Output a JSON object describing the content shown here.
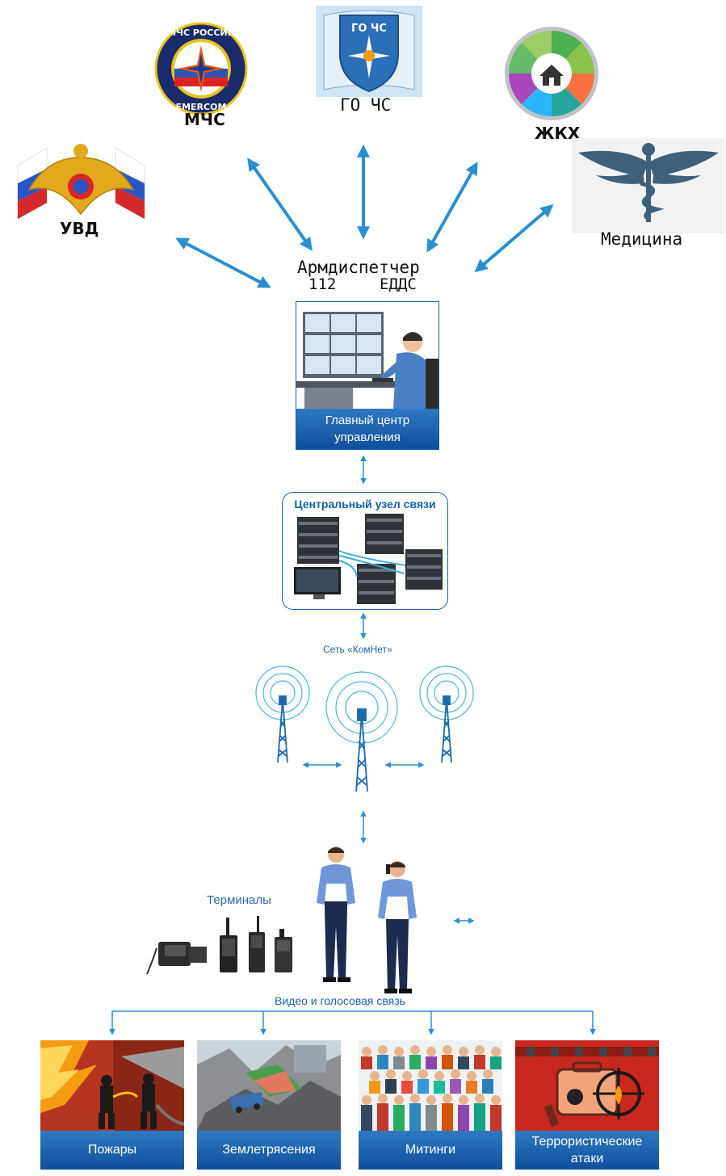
{
  "agencies": {
    "mchs": {
      "label": "МЧС",
      "logo_top": "МЧС РОССИИ",
      "logo_bottom": "EMERCOM"
    },
    "gochs": {
      "label": "ГО  ЧС",
      "logo_text": "ГО ЧС"
    },
    "zhkh": {
      "label": "ЖКХ"
    },
    "uvd": {
      "label": "УВД"
    },
    "medicine": {
      "label": "Медицина"
    }
  },
  "dispatcher": {
    "line1": "Армдиспетчер",
    "line2a": "112",
    "line2b": "ЕДДС"
  },
  "control_center": {
    "caption_line1": "Главный центр",
    "caption_line2": "управления"
  },
  "comm_node": {
    "title": "Центральный узел связи"
  },
  "network": {
    "label": "Сеть «КомНет»"
  },
  "terminals": {
    "label": "Терминалы"
  },
  "video_voice": {
    "label": "Видео и голосовая связь"
  },
  "incidents": [
    {
      "caption": "Пожары"
    },
    {
      "caption": "Землетрясения"
    },
    {
      "caption": "Митинги"
    },
    {
      "caption_line1": "Террористические",
      "caption_line2": "атаки"
    }
  ],
  "colors": {
    "arrow": "#2a8fd1",
    "caption_bar": "#1560ab",
    "accent": "#0f4f9c"
  }
}
